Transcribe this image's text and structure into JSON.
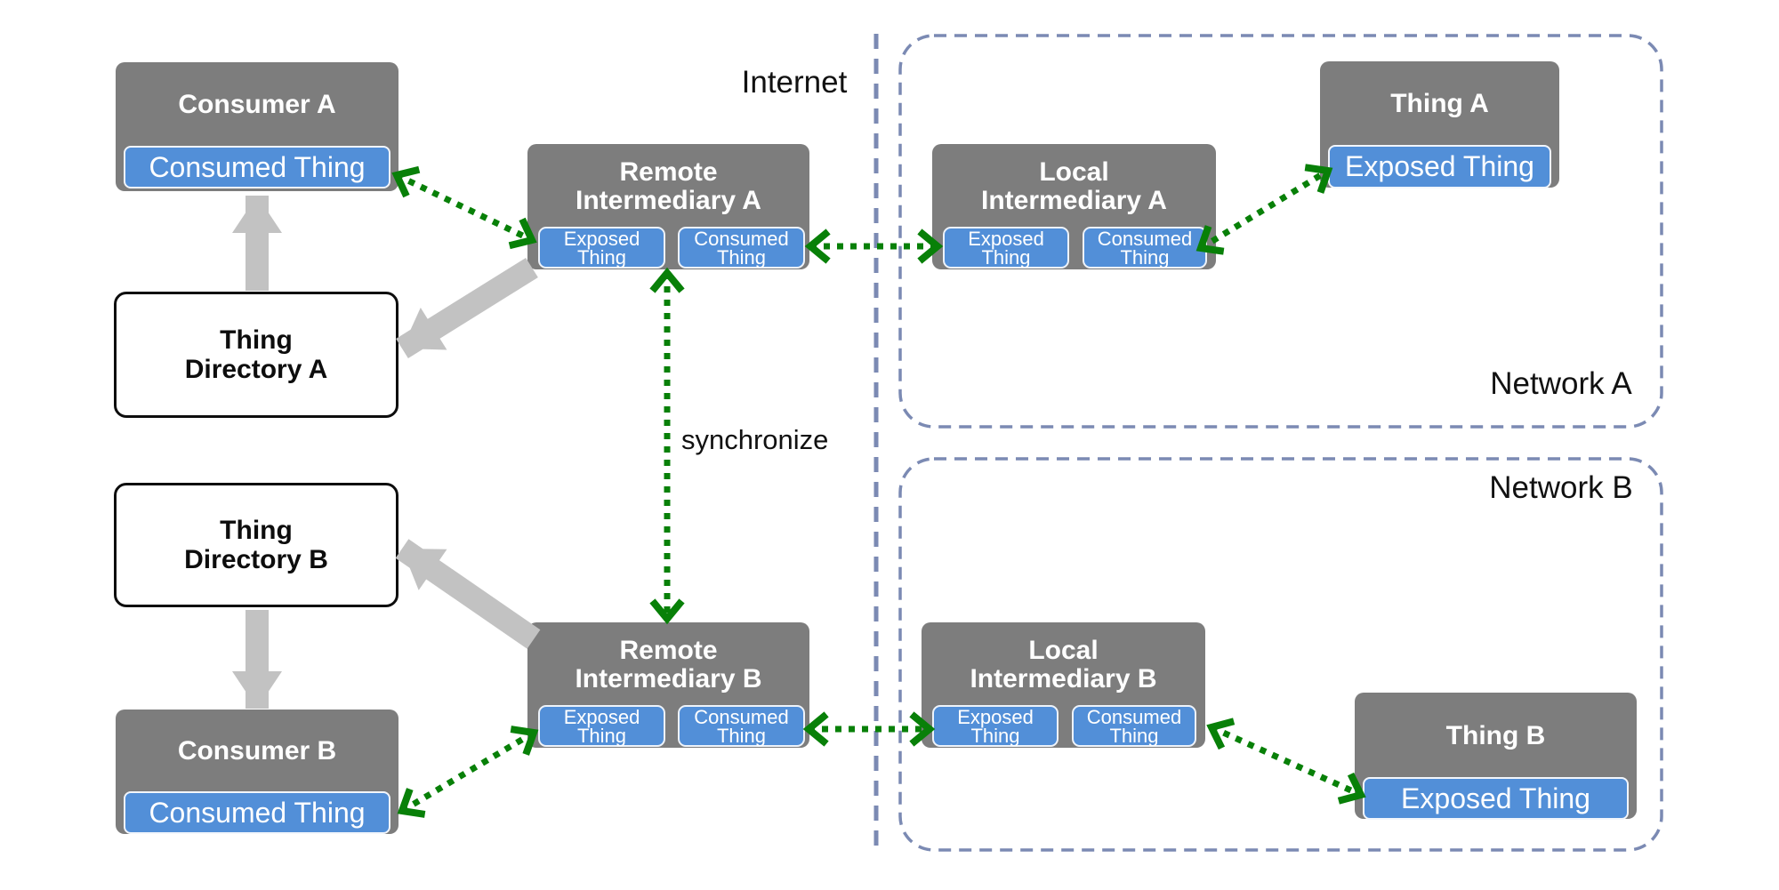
{
  "labels": {
    "internet": "Internet",
    "synchronize": "synchronize",
    "network_a": "Network A",
    "network_b": "Network B"
  },
  "nodes": {
    "consumer_a": {
      "title": "Consumer A",
      "port": "Consumed Thing"
    },
    "consumer_b": {
      "title": "Consumer B",
      "port": "Consumed Thing"
    },
    "thing_directory_a": {
      "line1": "Thing",
      "line2": "Directory A"
    },
    "thing_directory_b": {
      "line1": "Thing",
      "line2": "Directory B"
    },
    "remote_intermediary_a": {
      "line1": "Remote",
      "line2": "Intermediary A",
      "exposed_line1": "Exposed",
      "exposed_line2": "Thing",
      "consumed_line1": "Consumed",
      "consumed_line2": "Thing"
    },
    "remote_intermediary_b": {
      "line1": "Remote",
      "line2": "Intermediary B",
      "exposed_line1": "Exposed",
      "exposed_line2": "Thing",
      "consumed_line1": "Consumed",
      "consumed_line2": "Thing"
    },
    "local_intermediary_a": {
      "line1": "Local",
      "line2": "Intermediary A",
      "exposed_line1": "Exposed",
      "exposed_line2": "Thing",
      "consumed_line1": "Consumed",
      "consumed_line2": "Thing"
    },
    "local_intermediary_b": {
      "line1": "Local",
      "line2": "Intermediary B",
      "exposed_line1": "Exposed",
      "exposed_line2": "Thing",
      "consumed_line1": "Consumed",
      "consumed_line2": "Thing"
    },
    "thing_a": {
      "title": "Thing A",
      "port": "Exposed Thing"
    },
    "thing_b": {
      "title": "Thing B",
      "port": "Exposed Thing"
    }
  },
  "colors": {
    "node_gray": "#7d7d7d",
    "port_blue": "#528fd8",
    "arrow_green": "#088008",
    "arrow_gray": "#c2c2c2",
    "network_border": "#7b8ab3",
    "directory_border": "#0d0d0d"
  }
}
